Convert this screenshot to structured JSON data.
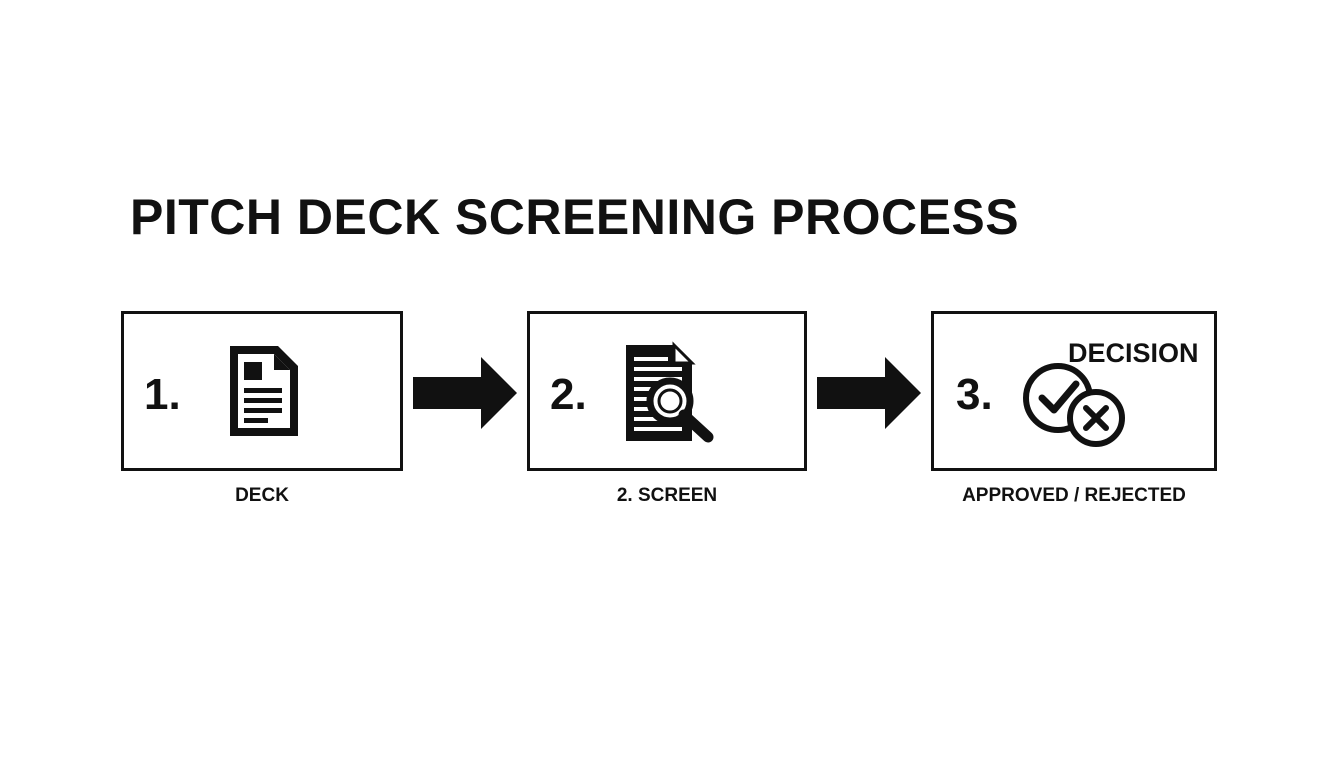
{
  "title": "PITCH DECK SCREENING PROCESS",
  "steps": [
    {
      "number": "1.",
      "icon": "document-icon",
      "caption": "DECK"
    },
    {
      "number": "2.",
      "icon": "document-search-icon",
      "caption": "2. SCREEN"
    },
    {
      "number": "3.",
      "icon": "approve-reject-icon",
      "label": "DECISION",
      "caption": "APPROVED / REJECTED"
    }
  ],
  "colors": {
    "ink": "#111111",
    "background": "#ffffff"
  }
}
